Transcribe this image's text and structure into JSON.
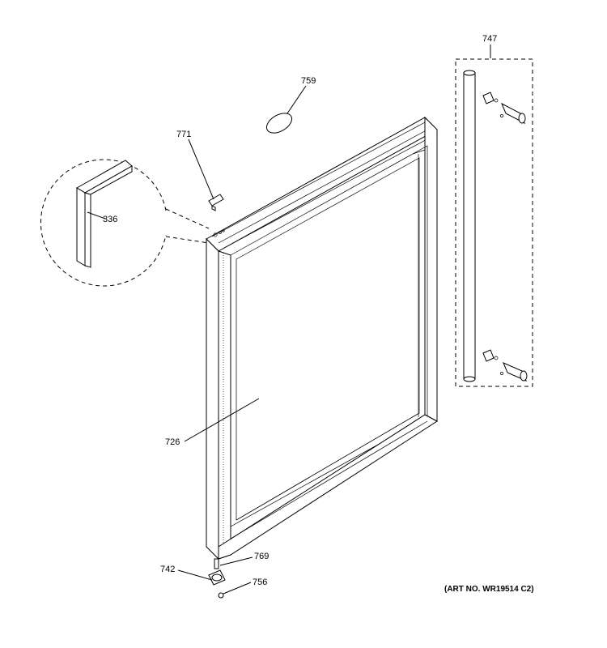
{
  "callouts": {
    "p747": "747",
    "p759": "759",
    "p771": "771",
    "p336": "336",
    "p726": "726",
    "p769": "769",
    "p742": "742",
    "p756": "756"
  },
  "art_number": "(ART NO. WR19514 C2)"
}
